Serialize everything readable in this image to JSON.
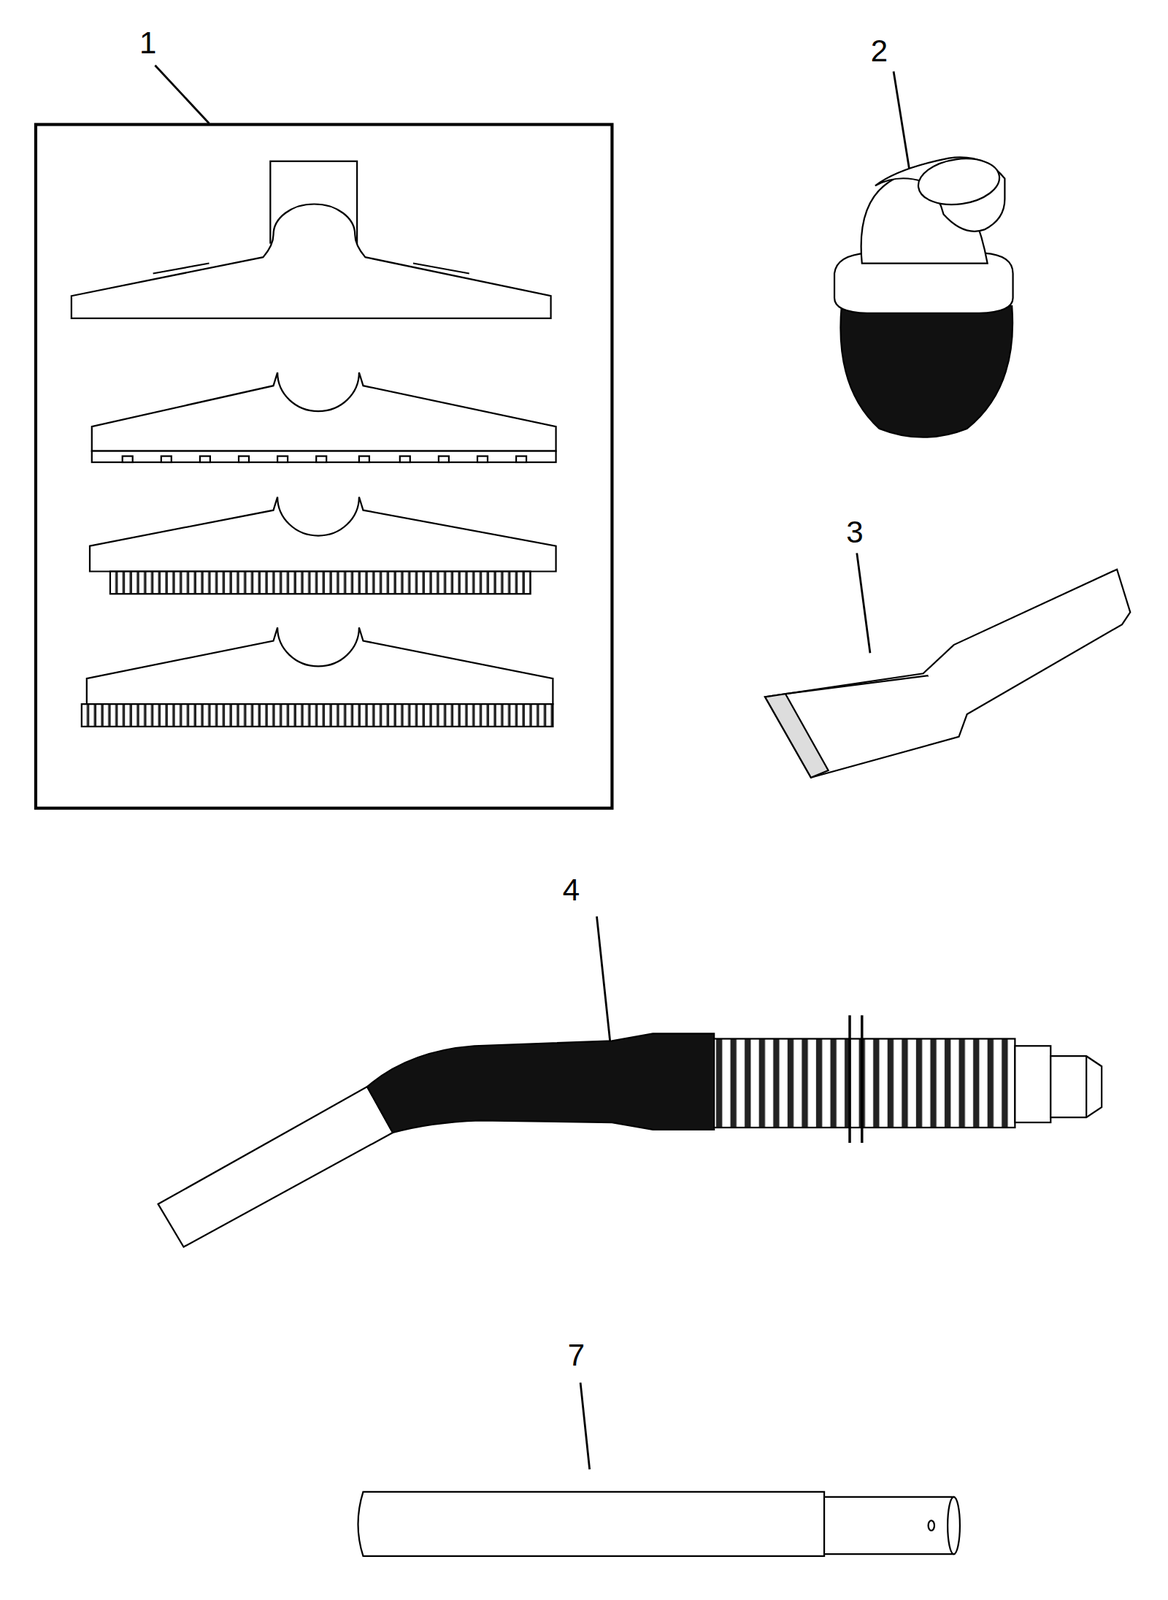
{
  "diagram": {
    "labels": [
      "1",
      "2",
      "3",
      "4",
      "7"
    ]
  }
}
